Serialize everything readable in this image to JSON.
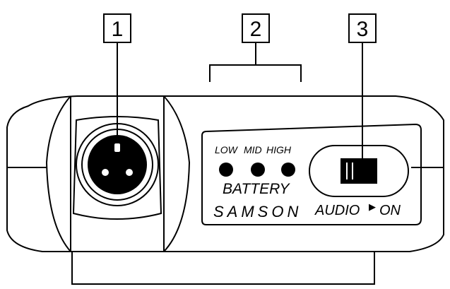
{
  "callouts": [
    "1",
    "2",
    "3"
  ],
  "battery": {
    "levels": [
      "LOW",
      "MID",
      "HIGH"
    ],
    "label": "BATTERY"
  },
  "brand": "SAMSON",
  "switch": {
    "left_label": "AUDIO",
    "arrow": "▶",
    "right_label": "ON"
  },
  "colors": {
    "line": "#000000",
    "fill": "#ffffff",
    "connector_fill": "#000000"
  }
}
